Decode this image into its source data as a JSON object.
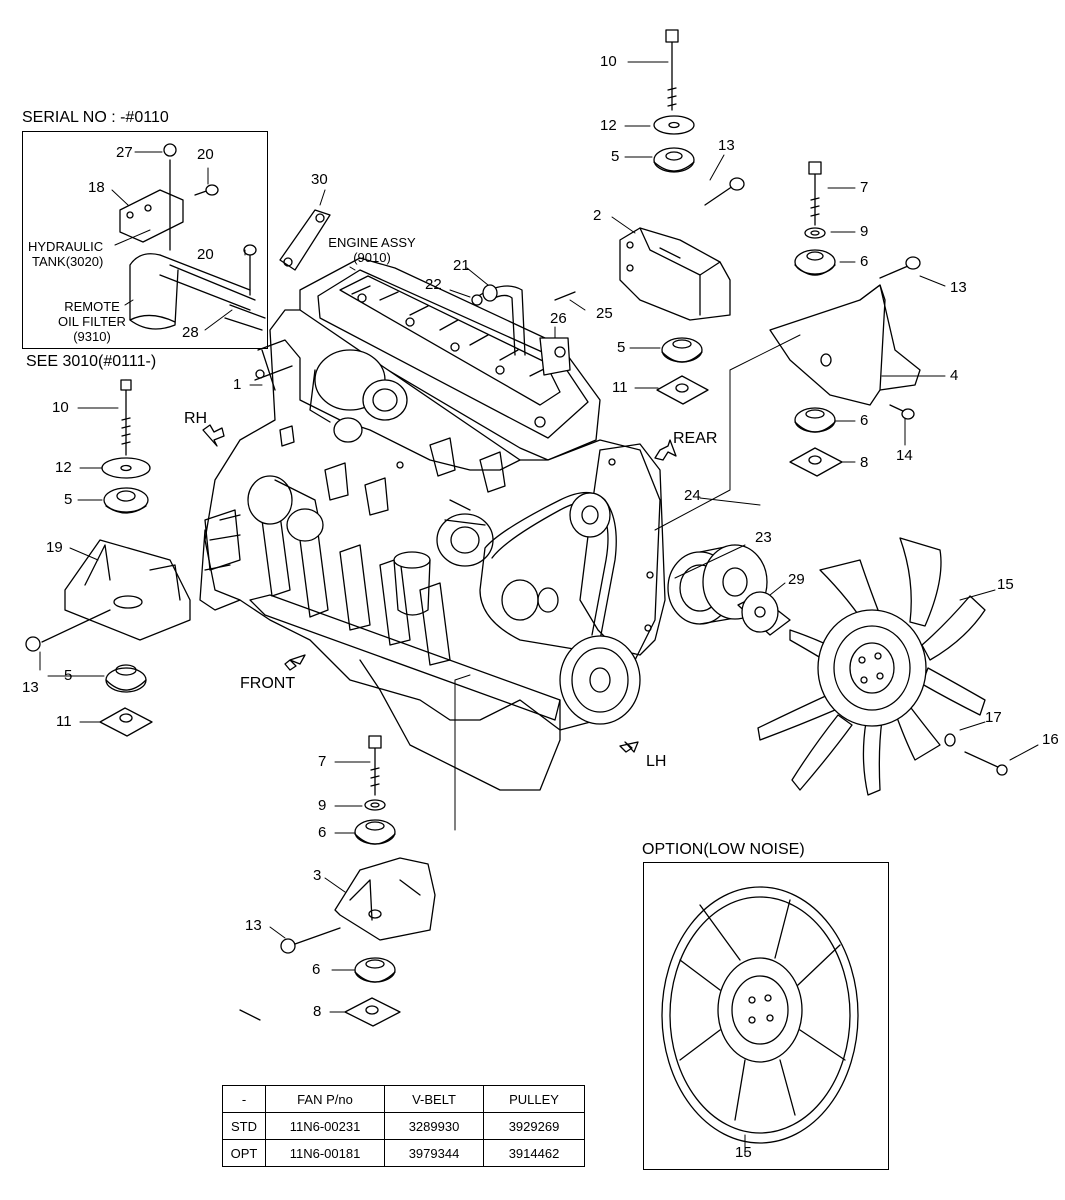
{
  "serial_title": "SERIAL NO : -#0110",
  "see_note": "SEE 3010(#0111-)",
  "option_title": "OPTION(LOW NOISE)",
  "engine_assy": {
    "line1": "ENGINE ASSY",
    "line2": "(9010)"
  },
  "hydraulic_tank": {
    "line1": "HYDRAULIC",
    "line2": "TANK(3020)"
  },
  "remote_filter": {
    "line1": "REMOTE",
    "line2": "OIL FILTER",
    "line3": "(9310)"
  },
  "directions": {
    "rh": "RH",
    "rear": "REAR",
    "front": "FRONT",
    "lh": "LH"
  },
  "callouts": {
    "c1": "1",
    "c2": "2",
    "c3": "3",
    "c4": "4",
    "c5": "5",
    "c6": "6",
    "c7": "7",
    "c8": "8",
    "c9": "9",
    "c10": "10",
    "c11": "11",
    "c12": "12",
    "c13": "13",
    "c14": "14",
    "c15": "15",
    "c16": "16",
    "c17": "17",
    "c18": "18",
    "c19": "19",
    "c20": "20",
    "c21": "21",
    "c22": "22",
    "c23": "23",
    "c24": "24",
    "c25": "25",
    "c26": "26",
    "c27": "27",
    "c28": "28",
    "c29": "29",
    "c30": "30"
  },
  "table": {
    "headers": [
      "-",
      "FAN P/no",
      "V-BELT",
      "PULLEY"
    ],
    "rows": [
      [
        "STD",
        "11N6-00231",
        "3289930",
        "3929269"
      ],
      [
        "OPT",
        "11N6-00181",
        "3979344",
        "3914462"
      ]
    ]
  }
}
